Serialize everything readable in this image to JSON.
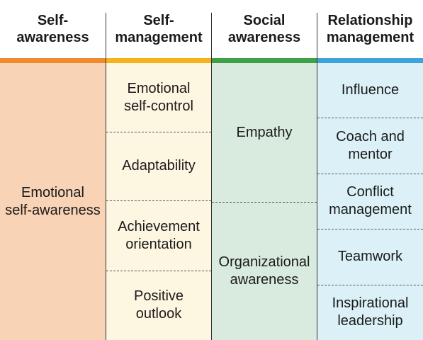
{
  "colors": {
    "orange_bar": "#ef8a2e",
    "orange_fill": "#f9d3b5",
    "yellow_bar": "#f6b21a",
    "yellow_fill": "#fdf6e1",
    "green_bar": "#3fa047",
    "green_fill": "#d9ebdf",
    "blue_bar": "#3fa3da",
    "blue_fill": "#dbf1f7"
  },
  "columns": [
    {
      "header": "Self-\nawareness",
      "items": [
        "Emotional\nself-awareness"
      ]
    },
    {
      "header": "Self-\nmanagement",
      "items": [
        "Emotional\nself-control",
        "Adaptability",
        "Achievement\norientation",
        "Positive\noutlook"
      ]
    },
    {
      "header": "Social\nawareness",
      "items": [
        "Empathy",
        "Organizational\nawareness"
      ]
    },
    {
      "header": "Relationship\nmanagement",
      "items": [
        "Influence",
        "Coach and\nmentor",
        "Conflict\nmanagement",
        "Teamwork",
        "Inspirational\nleadership"
      ]
    }
  ]
}
